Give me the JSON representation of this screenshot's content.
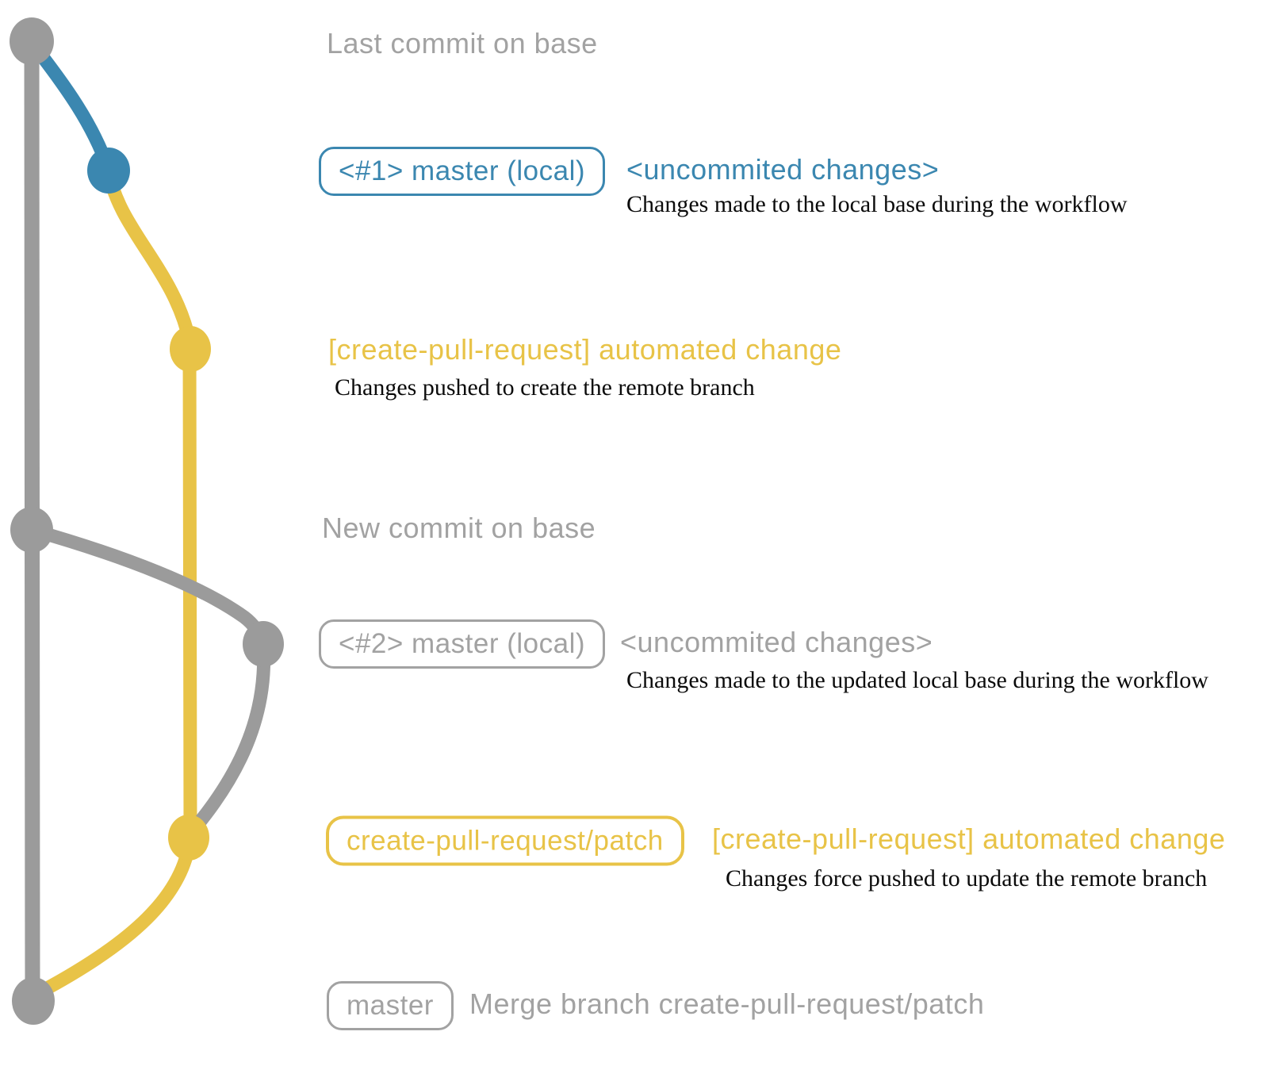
{
  "colors": {
    "branch_gray": "#9b9b9b",
    "text_gray": "#a2a2a2",
    "blue": "#3b87b0",
    "yellow": "#e8c347",
    "serif_black": "#0b0b0b"
  },
  "graph": {
    "commits": [
      {
        "name": "last-commit-on-base",
        "color": "gray"
      },
      {
        "name": "local-commit-1",
        "color": "blue"
      },
      {
        "name": "remote-branch-commit-1",
        "color": "yellow"
      },
      {
        "name": "new-commit-on-base",
        "color": "gray"
      },
      {
        "name": "local-commit-2",
        "color": "gray"
      },
      {
        "name": "remote-branch-commit-2",
        "color": "yellow"
      },
      {
        "name": "merge-commit",
        "color": "gray"
      }
    ]
  },
  "annotations": {
    "title_top": "Last commit on base",
    "local1": {
      "badge": "<#1> master (local)",
      "label": "<uncommited changes>",
      "desc": "Changes made to the local base during the workflow"
    },
    "push1": {
      "label": "[create-pull-request] automated change",
      "desc": "Changes pushed to create the remote branch"
    },
    "title_new": "New commit on base",
    "local2": {
      "badge": "<#2> master (local)",
      "label": "<uncommited changes>",
      "desc": "Changes made to the updated local base during the workflow"
    },
    "push2": {
      "badge": "create-pull-request/patch",
      "label": "[create-pull-request] automated change",
      "desc": "Changes force pushed to update the remote branch"
    },
    "merge": {
      "badge": "master",
      "label": "Merge branch create-pull-request/patch"
    }
  }
}
